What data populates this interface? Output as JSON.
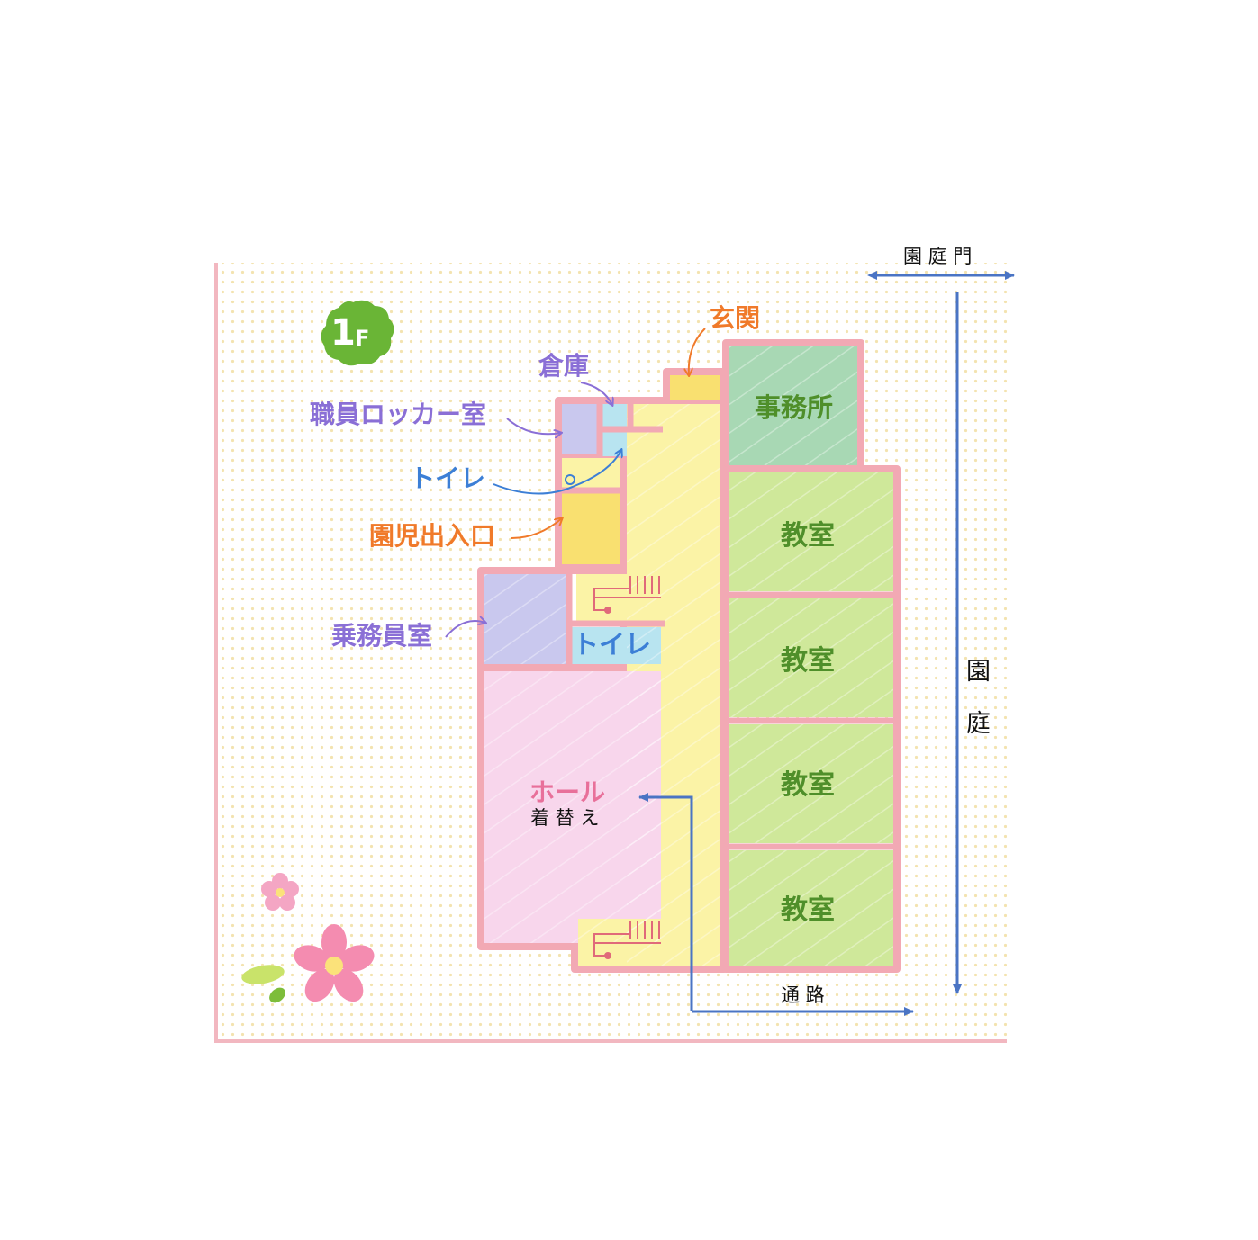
{
  "floor_badge": {
    "number": "1",
    "letter": "F",
    "color": "#6ab536"
  },
  "callouts": {
    "entrance": {
      "text": "玄関",
      "color": "#f07a2a"
    },
    "storage": {
      "text": "倉庫",
      "color": "#8a6fd6"
    },
    "staff_locker": {
      "text": "職員ロッカー室",
      "color": "#8a6fd6"
    },
    "toilet_upper": {
      "text": "トイレ",
      "color": "#3c7fd6"
    },
    "child_entrance": {
      "text": "園児出入口",
      "color": "#f07a2a"
    },
    "driver_room": {
      "text": "乗務員室",
      "color": "#8a6fd6"
    }
  },
  "rooms": {
    "office": {
      "text": "事務所"
    },
    "classroom_1": {
      "text": "教室"
    },
    "classroom_2": {
      "text": "教室"
    },
    "classroom_3": {
      "text": "教室"
    },
    "classroom_4": {
      "text": "教室"
    },
    "toilet_lower": {
      "text": "トイレ",
      "color": "#3c7fd6"
    },
    "hall": {
      "text": "ホール",
      "color": "#e8709a"
    },
    "changing": {
      "text": "着 替 え"
    }
  },
  "annotations": {
    "garden_gate": "園 庭 門",
    "garden_1": "園",
    "garden_2": "庭",
    "passage": "通 路"
  },
  "colors": {
    "wall": "#f2a9b4",
    "corridor": "#fbf3a6",
    "classroom": "#cfe89a",
    "office": "#a8d8b4",
    "toilet": "#b8e4f0",
    "hall": "#f8d6ec",
    "staff_room": "#c9c8ee",
    "entrance_yellow": "#f9e070",
    "arrow_blue": "#4a74c4",
    "dot": "#f5e6b8"
  }
}
